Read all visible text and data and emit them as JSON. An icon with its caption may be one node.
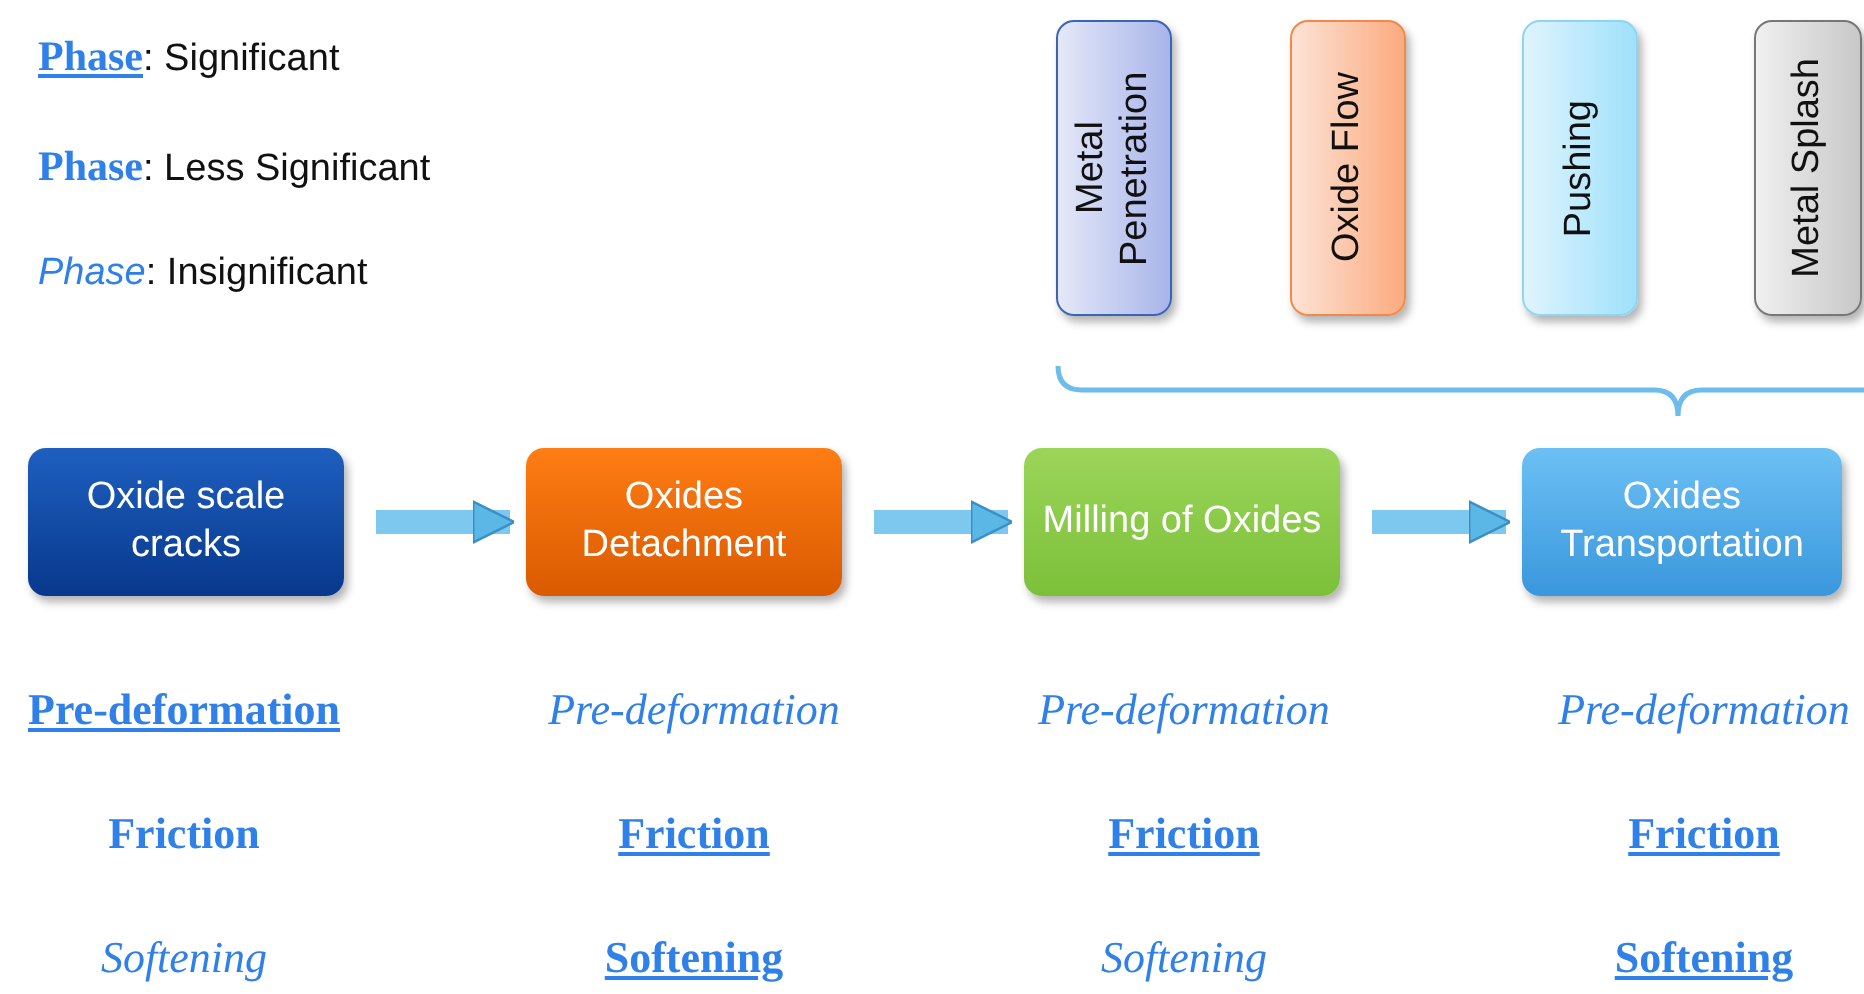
{
  "diagram": {
    "nodes": [
      {
        "text": [
          "Metal Penetration"
        ]
      },
      {
        "text": [
          "Oxide Flow"
        ]
      },
      {
        "text": [
          "Pushing"
        ]
      },
      {
        "text": [
          "Metal Splash"
        ]
      },
      {
        "text": [
          "Oxide scale cracks"
        ]
      },
      {
        "text": [
          "Oxides Detachment"
        ]
      },
      {
        "text": [
          "Milling of Oxides"
        ]
      },
      {
        "text": [
          "Oxides Transportation"
        ]
      }
    ],
    "edges": [
      {
        "from": 4,
        "to": 5,
        "arrow": "to"
      },
      {
        "from": 5,
        "to": 6,
        "arrow": "to"
      },
      {
        "from": 6,
        "to": 7,
        "arrow": "to"
      }
    ],
    "labels": [
      "**Phase**: Significant",
      "**Phase**: Less Significant",
      "*Phase*: Insignificant",
      "Pre-deformation",
      "Pre-deformation",
      "Pre-deformation",
      "Pre-deformation",
      "Friction",
      "Friction",
      "Friction",
      "Friction",
      "Softening",
      "Softening",
      "Softening",
      "Softening"
    ]
  }
}
